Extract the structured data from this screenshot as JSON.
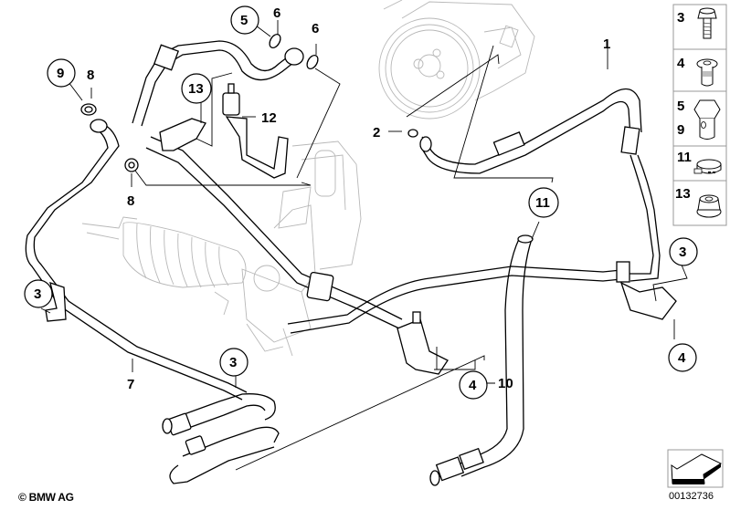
{
  "diagram": {
    "title": "Power steering hoses",
    "callouts": [
      {
        "id": "c1",
        "label": "1",
        "circled": false
      },
      {
        "id": "c2",
        "label": "2",
        "circled": false
      },
      {
        "id": "c3a",
        "label": "3",
        "circled": true
      },
      {
        "id": "c3b",
        "label": "3",
        "circled": true
      },
      {
        "id": "c3c",
        "label": "3",
        "circled": true
      },
      {
        "id": "c4a",
        "label": "4",
        "circled": true
      },
      {
        "id": "c4b",
        "label": "4",
        "circled": true
      },
      {
        "id": "c5",
        "label": "5",
        "circled": true
      },
      {
        "id": "c6a",
        "label": "6",
        "circled": false
      },
      {
        "id": "c6b",
        "label": "6",
        "circled": false
      },
      {
        "id": "c7",
        "label": "7",
        "circled": false
      },
      {
        "id": "c8a",
        "label": "8",
        "circled": false
      },
      {
        "id": "c8b",
        "label": "8",
        "circled": false
      },
      {
        "id": "c9",
        "label": "9",
        "circled": true
      },
      {
        "id": "c10",
        "label": "10",
        "circled": false
      },
      {
        "id": "c11",
        "label": "11",
        "circled": true
      },
      {
        "id": "c12",
        "label": "12",
        "circled": false
      },
      {
        "id": "c13",
        "label": "13",
        "circled": true
      }
    ],
    "legend": [
      {
        "labels": [
          "3"
        ],
        "part": "hex-bolt"
      },
      {
        "labels": [
          "4"
        ],
        "part": "flange-rivet-nut"
      },
      {
        "labels": [
          "5",
          "9"
        ],
        "part": "banjo-bolt"
      },
      {
        "labels": [
          "11"
        ],
        "part": "hose-clamp"
      },
      {
        "labels": [
          "13"
        ],
        "part": "flange-nut"
      }
    ],
    "copyright": "© BMW AG",
    "drawing_number": "00132736",
    "nav_arrow": "back-arrow-icon"
  }
}
